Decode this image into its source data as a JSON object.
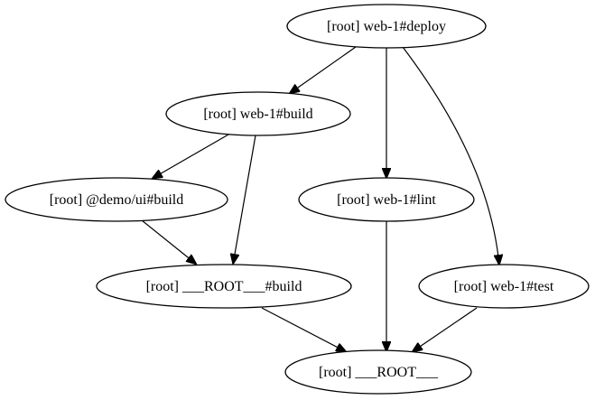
{
  "graph": {
    "nodes": {
      "deploy": "[root] web-1#deploy",
      "build": "[root] web-1#build",
      "demo_build": "[root] @demo/ui#build",
      "lint": "[root] web-1#lint",
      "root_build": "[root] ___ROOT___#build",
      "test": "[root] web-1#test",
      "root": "[root] ___ROOT___"
    },
    "edges": [
      {
        "from": "deploy",
        "to": "build"
      },
      {
        "from": "deploy",
        "to": "lint"
      },
      {
        "from": "deploy",
        "to": "test"
      },
      {
        "from": "build",
        "to": "demo_build"
      },
      {
        "from": "build",
        "to": "root_build"
      },
      {
        "from": "demo_build",
        "to": "root_build"
      },
      {
        "from": "lint",
        "to": "root"
      },
      {
        "from": "root_build",
        "to": "root"
      },
      {
        "from": "test",
        "to": "root"
      }
    ],
    "colors": {
      "stroke": "#000000",
      "fill": "#ffffff",
      "background": "#ffffff"
    }
  }
}
